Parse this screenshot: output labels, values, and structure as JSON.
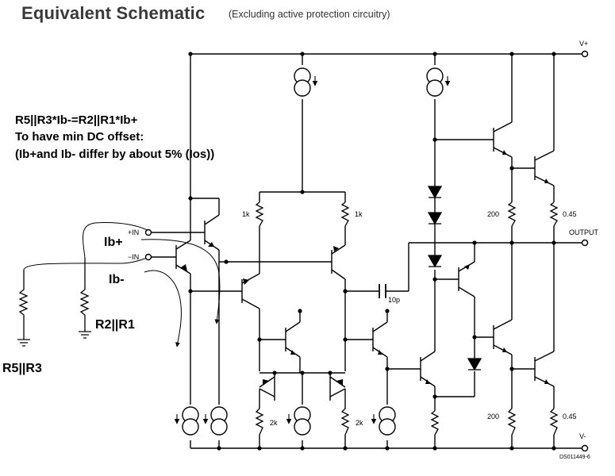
{
  "title": "Equivalent Schematic",
  "subtitle": "(Excluding active protection circuitry)",
  "annotation": {
    "line1": "R5||R3*Ib-=R2||R1*Ib+",
    "line2": "To have min DC offset:",
    "line3": "(Ib+and Ib- differ by about 5% (Ios))"
  },
  "labels": {
    "ib_plus": "Ib+",
    "ib_minus": "Ib-",
    "r2r1": "R2||R1",
    "r5r3": "R5||R3",
    "vplus": "V+",
    "vminus": "V-",
    "output": "OUTPUT",
    "in_plus": "+IN",
    "in_minus": "−IN",
    "r_1k_left": "1k",
    "r_1k_right": "1k",
    "r_200_top": "200",
    "r_200_bottom": "200",
    "r_045_top": "0.45",
    "r_045_bottom": "0.45",
    "r_2k_left": "2k",
    "r_2k_right": "2k",
    "cap_10p": "10p",
    "ds_code": "DS011449-6"
  }
}
